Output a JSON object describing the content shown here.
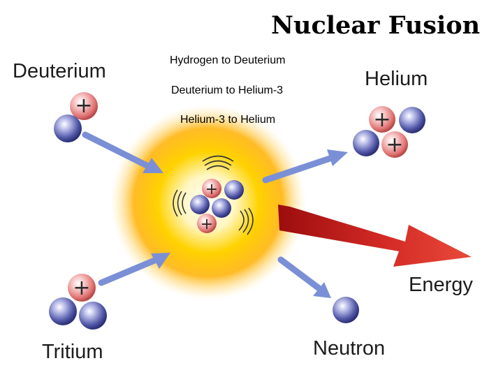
{
  "title": "Nuclear Fusion",
  "steps": [
    "Hydrogen to Deuterium",
    "Deuterium to Helium-3",
    "Helium-3 to Helium"
  ],
  "labels": {
    "deuterium": "Deuterium",
    "helium": "Helium",
    "energy": "Energy",
    "tritium": "Tritium",
    "neutron": "Neutron"
  },
  "symbols": {
    "proton": "+"
  },
  "colors": {
    "proton": "#e57b7b",
    "neutron": "#5a5fb0",
    "arrow": "#7b8fd6",
    "energy": "#d42a25",
    "glow_center": "#ffffff",
    "glow_mid": "#ffd200",
    "glow_edge": "#ff9a00"
  },
  "icons": {
    "proton": "proton-particle",
    "neutron": "neutron-particle",
    "arrow": "reaction-arrow",
    "vibration": "vibration-arcs"
  }
}
